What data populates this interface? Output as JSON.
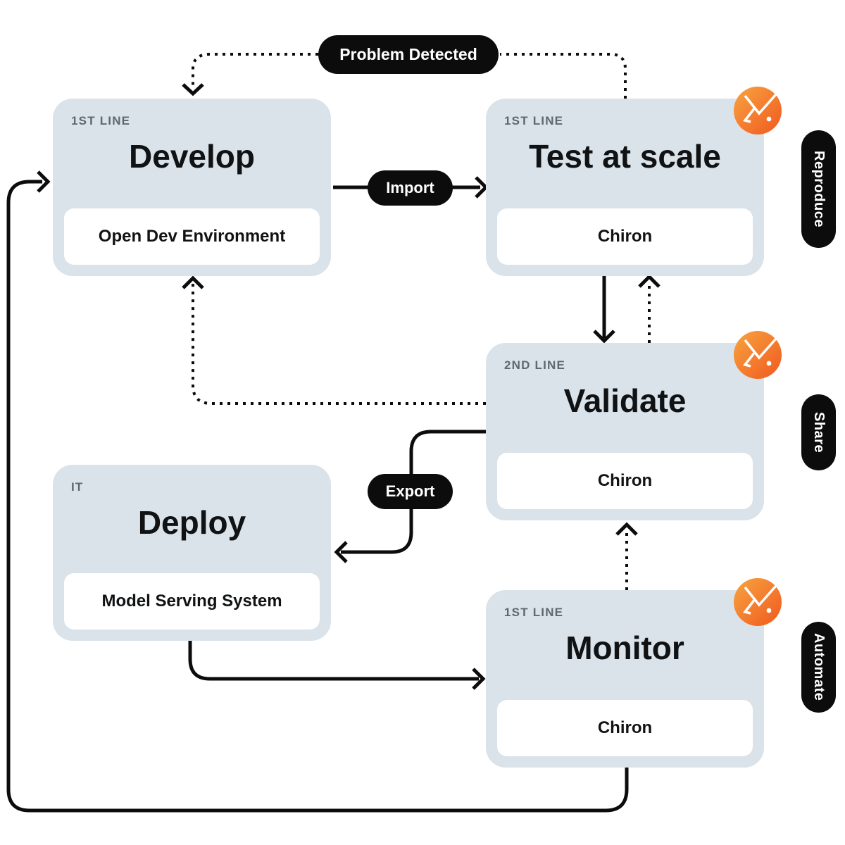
{
  "nodes": [
    {
      "group_label": "1ST LINE",
      "title": "Develop",
      "tool": "Open Dev Environment"
    },
    {
      "group_label": "1ST LINE",
      "title": "Test at scale",
      "tool": "Chiron",
      "badge": "logo"
    },
    {
      "group_label": "2ND LINE",
      "title": "Validate",
      "tool": "Chiron",
      "badge": "logo"
    },
    {
      "group_label": "IT",
      "title": "Deploy",
      "tool": "Model Serving System"
    },
    {
      "group_label": "1ST LINE",
      "title": "Monitor",
      "tool": "Chiron",
      "badge": "logo"
    }
  ],
  "edge_labels": {
    "problem_detected": "Problem Detected",
    "import": "Import",
    "export": "Export"
  },
  "side_labels": [
    {
      "label": "Reproduce"
    },
    {
      "label": "Share"
    },
    {
      "label": "Automate"
    }
  ],
  "colors": {
    "node_bg": "#d9e3e9",
    "node_label": "#5f686d",
    "ink": "#101214",
    "pill_bg": "#0c0c0c",
    "pill_text": "#ffffff",
    "line": "#0c0c0c",
    "tool_bg": "#ffffff",
    "badge_grad_1": "#f8a440",
    "badge_grad_2": "#f0591f"
  }
}
